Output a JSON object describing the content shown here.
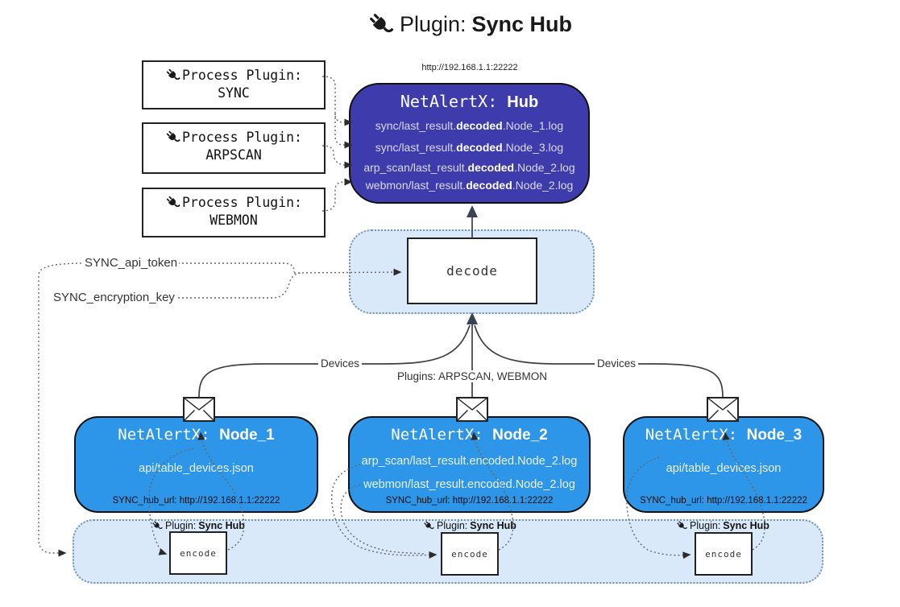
{
  "title": {
    "prefix": "Plugin: ",
    "name": "Sync Hub"
  },
  "hub": {
    "url": "http://192.168.1.1:22222",
    "title_prefix": "NetAlertX: ",
    "title_name": "Hub",
    "entries": [
      {
        "pre": "sync/last_result.",
        "bold": "decoded",
        "post": ".Node_1.log"
      },
      {
        "pre": "sync/last_result.",
        "bold": "decoded",
        "post": ".Node_3.log"
      },
      {
        "pre": "arp_scan/last_result.",
        "bold": "decoded",
        "post": ".Node_2.log"
      },
      {
        "pre": "webmon/last_result.",
        "bold": "decoded",
        "post": ".Node_2.log"
      }
    ]
  },
  "process_plugins": [
    {
      "label": "Process Plugin:",
      "name": "SYNC"
    },
    {
      "label": "Process Plugin:",
      "name": "ARPSCAN"
    },
    {
      "label": "Process Plugin:",
      "name": "WEBMON"
    }
  ],
  "decode_box": {
    "label": "decode"
  },
  "settings": {
    "api_token": "SYNC_api_token",
    "encryption_key": "SYNC_encryption_key"
  },
  "edge_labels": {
    "devices_left": "Devices",
    "plugins_middle": "Plugins: ARPSCAN, WEBMON",
    "devices_right": "Devices"
  },
  "nodes": [
    {
      "title_prefix": "NetAlertX: ",
      "title_name": "Node_1",
      "files": [
        "api/table_devices.json"
      ],
      "hub_url": "SYNC_hub_url: http://192.168.1.1:22222"
    },
    {
      "title_prefix": "NetAlertX: ",
      "title_name": "Node_2",
      "files": [
        "arp_scan/last_result.encoded.Node_2.log",
        "webmon/last_result.encoded.Node_2.log"
      ],
      "hub_url": "SYNC_hub_url: http://192.168.1.1:22222"
    },
    {
      "title_prefix": "NetAlertX: ",
      "title_name": "Node_3",
      "files": [
        "api/table_devices.json"
      ],
      "hub_url": "SYNC_hub_url: http://192.168.1.1:22222"
    }
  ],
  "encode_plugin": {
    "prefix": "Plugin: ",
    "name": "Sync Hub",
    "box_label": "encode"
  },
  "colors": {
    "hub_fill": "#3e3cad",
    "node_fill": "#2e96e8",
    "panel_fill": "#d9e9f9",
    "wire": "#3f3f3f",
    "dotted_wire": "#666666"
  }
}
